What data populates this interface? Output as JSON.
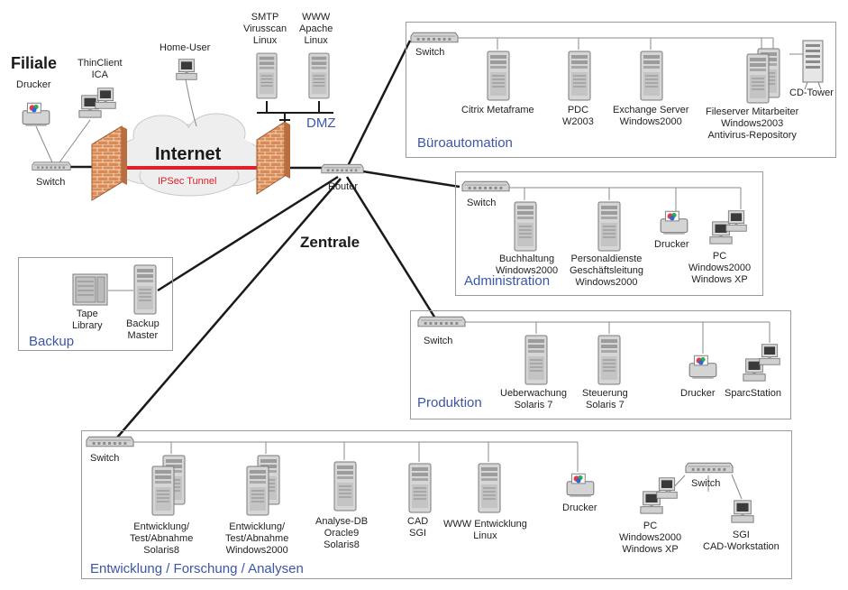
{
  "diagram": {
    "title_filiale": "Filiale",
    "title_internet": "Internet",
    "tunnel_label": "IPSec Tunnel",
    "title_zentrale": "Zentrale",
    "dmz": {
      "label": "DMZ",
      "smtp": [
        "SMTP",
        "Virusscan",
        "Linux"
      ],
      "www": [
        "WWW",
        "Apache",
        "Linux"
      ]
    },
    "filiale": {
      "drucker": "Drucker",
      "thinclient": [
        "ThinClient",
        "ICA"
      ],
      "switch": "Switch"
    },
    "home_user": "Home-User",
    "router": "Router",
    "buero": {
      "title": "Büroautomation",
      "switch": "Switch",
      "citrix": "Citrix Metaframe",
      "pdc": [
        "PDC",
        "W2003"
      ],
      "exchange": [
        "Exchange Server",
        "Windows2000"
      ],
      "fileserver": [
        "Fileserver Mitarbeiter",
        "Windows2003",
        "Antivirus-Repository"
      ],
      "cdtower": "CD-Tower"
    },
    "admin": {
      "title": "Administration",
      "switch": "Switch",
      "buchhaltung": [
        "Buchhaltung",
        "Windows2000"
      ],
      "personal": [
        "Personaldienste",
        "Geschäftsleitung",
        "Windows2000"
      ],
      "drucker": "Drucker",
      "pc": [
        "PC",
        "Windows2000",
        "Windows XP"
      ]
    },
    "backup": {
      "title": "Backup",
      "tape": [
        "Tape",
        "Library"
      ],
      "master": [
        "Backup",
        "Master"
      ]
    },
    "produktion": {
      "title": "Produktion",
      "switch": "Switch",
      "ueberwachung": [
        "Ueberwachung",
        "Solaris 7"
      ],
      "steuerung": [
        "Steuerung",
        "Solaris 7"
      ],
      "drucker": "Drucker",
      "sparc": "SparcStation"
    },
    "entwicklung": {
      "title": "Entwicklung / Forschung / Analysen",
      "switch": "Switch",
      "switch2": "Switch",
      "ent1": [
        "Entwicklung/",
        "Test/Abnahme",
        "Solaris8"
      ],
      "ent2": [
        "Entwicklung/",
        "Test/Abnahme",
        "Windows2000"
      ],
      "analyse": [
        "Analyse-DB",
        "Oracle9",
        "Solaris8"
      ],
      "cad": [
        "CAD",
        "SGI"
      ],
      "www": [
        "WWW Entwicklung",
        "Linux"
      ],
      "drucker": "Drucker",
      "pc": [
        "PC",
        "Windows2000",
        "Windows XP"
      ],
      "sgi": [
        "SGI",
        "CAD-Workstation"
      ]
    }
  }
}
